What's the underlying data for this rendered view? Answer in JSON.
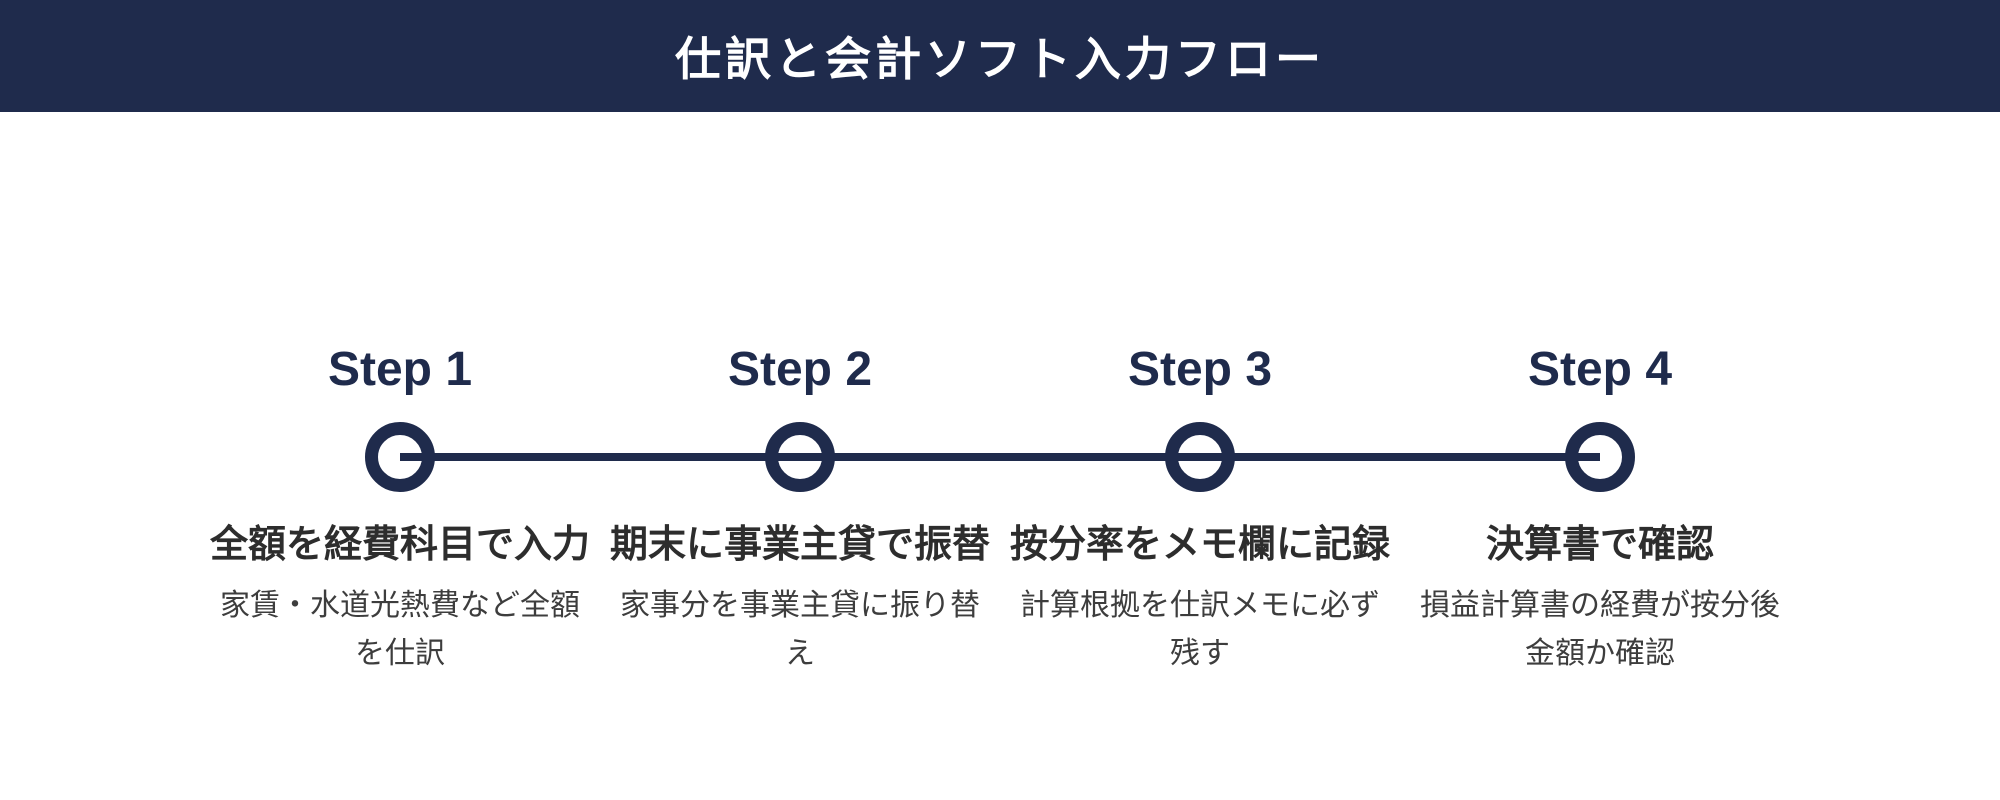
{
  "header": {
    "title": "仕訳と会計ソフト入力フロー",
    "bg_color": "#1F2B4C",
    "text_color": "#FFFFFF"
  },
  "timeline": {
    "accent_color": "#1F2B4C",
    "title_text_color": "#2D2D2D",
    "description_text_color": "#3D3D3D",
    "steps": [
      {
        "label": "Step 1",
        "title": "全額を経費科目で入力",
        "description_lines": [
          "家賃・水道光熱費など全額",
          "を仕訳"
        ]
      },
      {
        "label": "Step 2",
        "title": "期末に事業主貸で振替",
        "description_lines": [
          "家事分を事業主貸に振り替",
          "え"
        ]
      },
      {
        "label": "Step 3",
        "title": "按分率をメモ欄に記録",
        "description_lines": [
          "計算根拠を仕訳メモに必ず",
          "残す"
        ]
      },
      {
        "label": "Step 4",
        "title": "決算書で確認",
        "description_lines": [
          "損益計算書の経費が按分後",
          "金額か確認"
        ]
      }
    ]
  }
}
